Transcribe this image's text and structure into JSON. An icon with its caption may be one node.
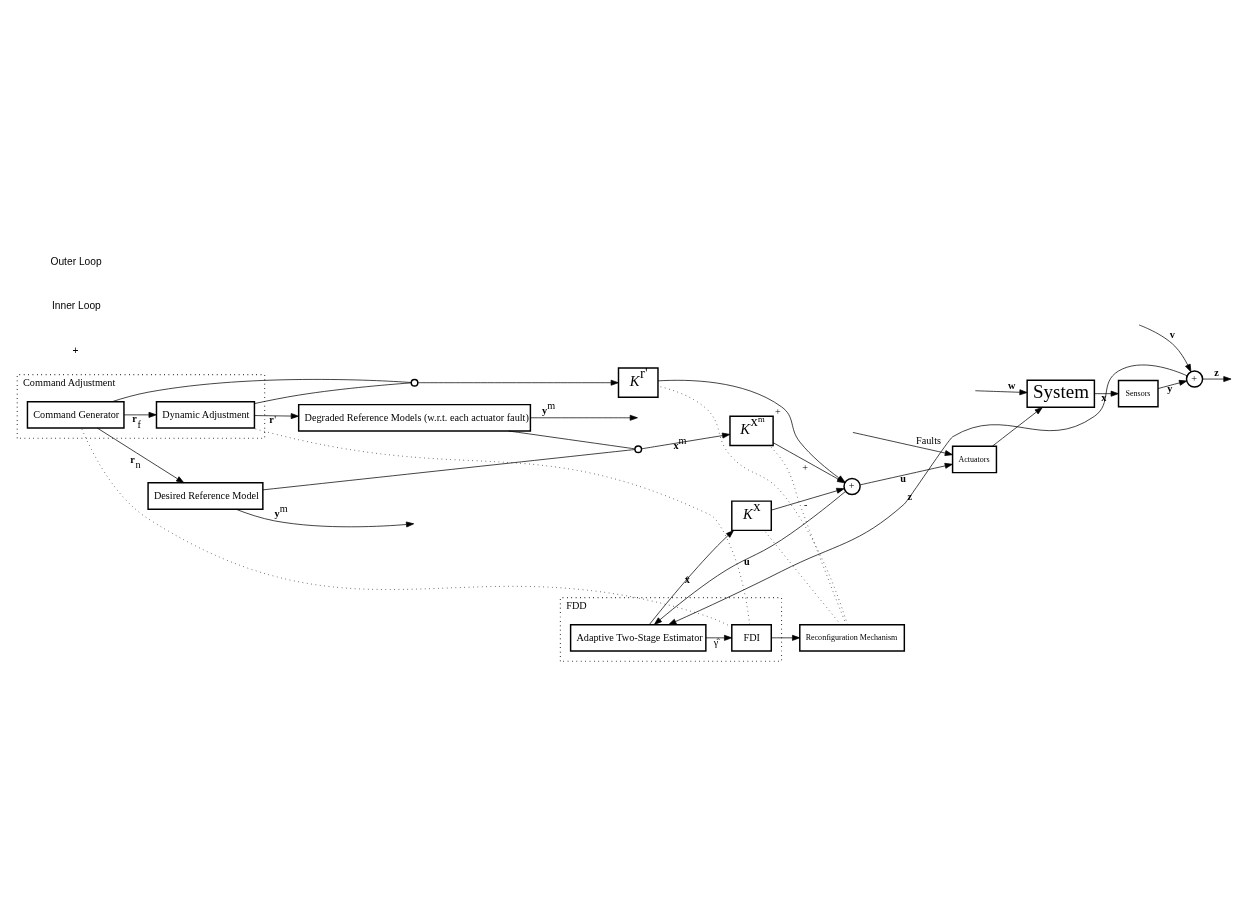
{
  "diagram": {
    "nodes": [
      {
        "text": [
          "Command Adjustment"
        ]
      },
      {
        "text": [
          "Command Generator"
        ],
        "in": 0
      },
      {
        "text": [
          "Dynamic Adjustment"
        ],
        "in": 0
      },
      {
        "text": [
          "Desired Reference Model"
        ]
      },
      {
        "text": [
          "Degraded Reference Models (w.r.t. each actuator fault)"
        ]
      },
      {
        "text": [
          "*K*$^{xᵐ}$"
        ]
      },
      {
        "text": [
          "*K*$^{r'}$"
        ]
      },
      {
        "text": [
          "+"
        ]
      },
      {
        "text": [
          "Actuators"
        ]
      },
      {
        "text": [
          "System"
        ]
      },
      {
        "text": [
          "Sensors"
        ]
      },
      {
        "text": [
          "+"
        ]
      },
      {
        "text": [
          "FDD"
        ]
      },
      {
        "text": [
          "Adaptive Two-Stage Estimator"
        ],
        "in": 12
      },
      {
        "text": [
          "FDI"
        ],
        "in": 12
      },
      {
        "text": [
          "Reconfiguration Mechanism"
        ]
      },
      {
        "text": [
          "*K*$^{x}$"
        ]
      },
      {
        "text": [],
        "shape": "switch"
      },
      {
        "text": [],
        "shape": "switch"
      }
    ],
    "edges": [
      {
        "from": 1,
        "to": 3,
        "arrow": "to",
        "label": "**r**$_{n}$"
      },
      {
        "from": 1,
        "to": 2,
        "arrow": "to",
        "label": "**r**$_{f}$"
      },
      {
        "from": 2,
        "to": 4,
        "arrow": "to",
        "label": "**r**'"
      },
      {
        "from": 1,
        "to": 17,
        "arrow": "none"
      },
      {
        "from": 2,
        "to": 17,
        "arrow": "none"
      },
      {
        "from": 17,
        "to": 6,
        "arrow": "to"
      },
      {
        "from": 3,
        "to": null,
        "arrow": "to",
        "label": "**y**$^{m}$"
      },
      {
        "from": 4,
        "to": null,
        "arrow": "to",
        "label": "**y**$^{m}$"
      },
      {
        "from": 3,
        "to": 18,
        "arrow": "none"
      },
      {
        "from": 4,
        "to": 18,
        "arrow": "none"
      },
      {
        "from": 18,
        "to": 5,
        "arrow": "to",
        "label": "**x**$^{m}$"
      },
      {
        "from": 5,
        "to": 7,
        "arrow": "to",
        "label": "+"
      },
      {
        "from": 6,
        "to": 7,
        "arrow": "to",
        "label": "+"
      },
      {
        "from": 16,
        "to": 7,
        "arrow": "to",
        "label": "-"
      },
      {
        "from": 7,
        "to": 8,
        "arrow": "to",
        "label": "**u**"
      },
      {
        "from": 7,
        "to": 13,
        "arrow": "to",
        "label": "**u**"
      },
      {
        "from": null,
        "to": 8,
        "arrow": "to",
        "label": "Faults"
      },
      {
        "from": 8,
        "to": 9,
        "arrow": "to"
      },
      {
        "from": null,
        "to": 9,
        "arrow": "to",
        "label": "**w**"
      },
      {
        "from": 9,
        "to": 10,
        "arrow": "to",
        "label": "**x**"
      },
      {
        "from": 10,
        "to": 11,
        "arrow": "to",
        "label": "**y**"
      },
      {
        "from": null,
        "to": 11,
        "arrow": "to",
        "label": "**v**"
      },
      {
        "from": 11,
        "to": 13,
        "arrow": "to",
        "label": "**z**"
      },
      {
        "from": 11,
        "to": null,
        "arrow": "to",
        "label": "**z**"
      },
      {
        "from": 13,
        "to": 14,
        "arrow": "to",
        "label": "γ̂"
      },
      {
        "from": 13,
        "to": 16,
        "arrow": "to",
        "label": "**x̂**"
      },
      {
        "from": 14,
        "to": 15,
        "arrow": "to"
      },
      {
        "from": 15,
        "to": 5,
        "arrow": "none",
        "style": "dashed"
      },
      {
        "from": 15,
        "to": 6,
        "arrow": "none",
        "style": "dashed"
      },
      {
        "from": 15,
        "to": 16,
        "arrow": "none",
        "style": "dashed"
      },
      {
        "from": 14,
        "to": 1,
        "arrow": "none",
        "style": "dashed"
      },
      {
        "from": 14,
        "to": 2,
        "arrow": "none",
        "style": "dashed"
      }
    ],
    "labels": [
      "+",
      "Inner Loop",
      "Outer Loop"
    ]
  }
}
